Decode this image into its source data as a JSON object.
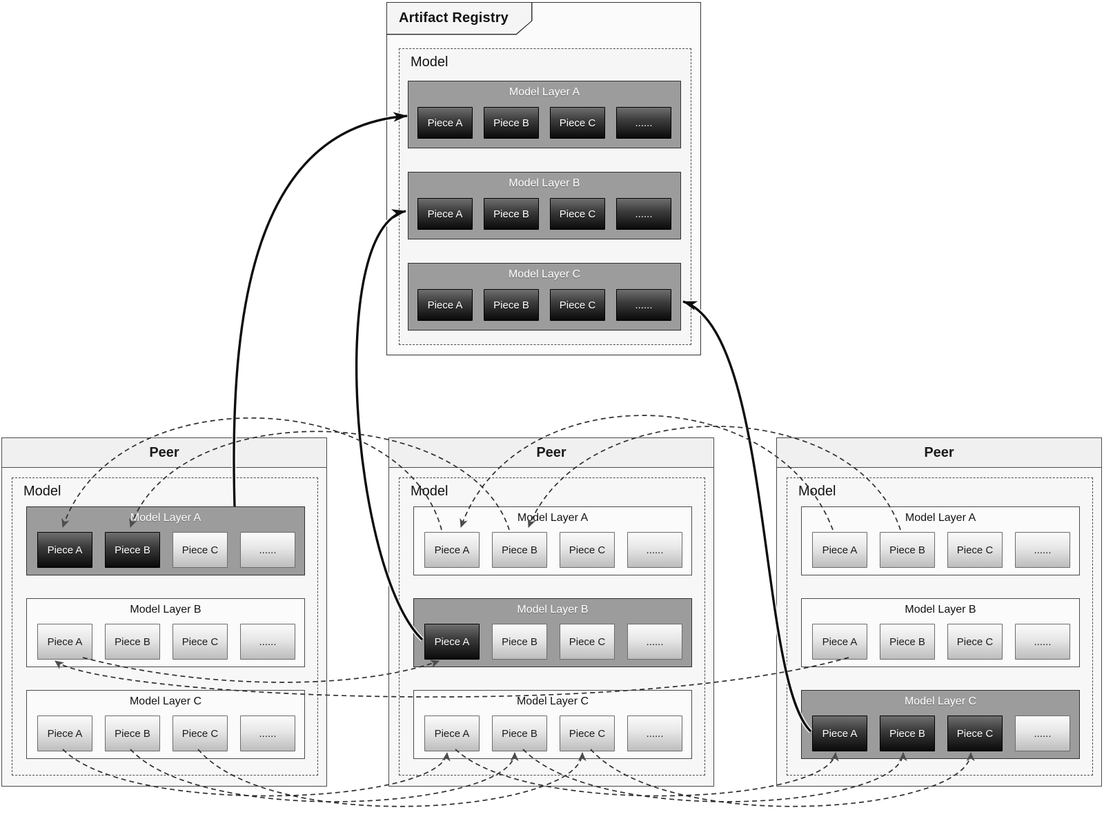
{
  "registry": {
    "title": "Artifact Registry",
    "model_label": "Model",
    "layers": [
      {
        "name": "Model Layer A",
        "highlight": true,
        "pieces": [
          {
            "label": "Piece A",
            "filled": true
          },
          {
            "label": "Piece B",
            "filled": true
          },
          {
            "label": "Piece C",
            "filled": true
          },
          {
            "label": "......",
            "filled": true
          }
        ]
      },
      {
        "name": "Model Layer B",
        "highlight": true,
        "pieces": [
          {
            "label": "Piece A",
            "filled": true
          },
          {
            "label": "Piece B",
            "filled": true
          },
          {
            "label": "Piece C",
            "filled": true
          },
          {
            "label": "......",
            "filled": true
          }
        ]
      },
      {
        "name": "Model Layer C",
        "highlight": true,
        "pieces": [
          {
            "label": "Piece A",
            "filled": true
          },
          {
            "label": "Piece B",
            "filled": true
          },
          {
            "label": "Piece C",
            "filled": true
          },
          {
            "label": "......",
            "filled": true
          }
        ]
      }
    ]
  },
  "peers": [
    {
      "title": "Peer",
      "model_label": "Model",
      "layers": [
        {
          "name": "Model Layer A",
          "highlight": true,
          "pieces": [
            {
              "label": "Piece A",
              "filled": true
            },
            {
              "label": "Piece B",
              "filled": true
            },
            {
              "label": "Piece C",
              "filled": false
            },
            {
              "label": "......",
              "filled": false
            }
          ]
        },
        {
          "name": "Model Layer B",
          "highlight": false,
          "pieces": [
            {
              "label": "Piece A",
              "filled": false
            },
            {
              "label": "Piece B",
              "filled": false
            },
            {
              "label": "Piece C",
              "filled": false
            },
            {
              "label": "......",
              "filled": false
            }
          ]
        },
        {
          "name": "Model Layer C",
          "highlight": false,
          "pieces": [
            {
              "label": "Piece A",
              "filled": false
            },
            {
              "label": "Piece B",
              "filled": false
            },
            {
              "label": "Piece C",
              "filled": false
            },
            {
              "label": "......",
              "filled": false
            }
          ]
        }
      ]
    },
    {
      "title": "Peer",
      "model_label": "Model",
      "layers": [
        {
          "name": "Model Layer A",
          "highlight": false,
          "pieces": [
            {
              "label": "Piece A",
              "filled": false
            },
            {
              "label": "Piece B",
              "filled": false
            },
            {
              "label": "Piece C",
              "filled": false
            },
            {
              "label": "......",
              "filled": false
            }
          ]
        },
        {
          "name": "Model Layer B",
          "highlight": true,
          "pieces": [
            {
              "label": "Piece A",
              "filled": true
            },
            {
              "label": "Piece B",
              "filled": false
            },
            {
              "label": "Piece C",
              "filled": false
            },
            {
              "label": "......",
              "filled": false
            }
          ]
        },
        {
          "name": "Model Layer C",
          "highlight": false,
          "pieces": [
            {
              "label": "Piece A",
              "filled": false
            },
            {
              "label": "Piece B",
              "filled": false
            },
            {
              "label": "Piece C",
              "filled": false
            },
            {
              "label": "......",
              "filled": false
            }
          ]
        }
      ]
    },
    {
      "title": "Peer",
      "model_label": "Model",
      "layers": [
        {
          "name": "Model Layer A",
          "highlight": false,
          "pieces": [
            {
              "label": "Piece A",
              "filled": false
            },
            {
              "label": "Piece B",
              "filled": false
            },
            {
              "label": "Piece C",
              "filled": false
            },
            {
              "label": "......",
              "filled": false
            }
          ]
        },
        {
          "name": "Model Layer B",
          "highlight": false,
          "pieces": [
            {
              "label": "Piece A",
              "filled": false
            },
            {
              "label": "Piece B",
              "filled": false
            },
            {
              "label": "Piece C",
              "filled": false
            },
            {
              "label": "......",
              "filled": false
            }
          ]
        },
        {
          "name": "Model Layer C",
          "highlight": true,
          "pieces": [
            {
              "label": "Piece A",
              "filled": true
            },
            {
              "label": "Piece B",
              "filled": true
            },
            {
              "label": "Piece C",
              "filled": true
            },
            {
              "label": "......",
              "filled": false
            }
          ]
        }
      ]
    }
  ],
  "colors": {
    "highlight_layer": "#9c9c9c",
    "normal_layer": "#fbfbfb",
    "piece_dark_top": "#6f6f6f",
    "piece_dark_bottom": "#0a0a0a",
    "piece_light_top": "#fbfbfb",
    "piece_light_bottom": "#bdbdbd",
    "panel_bg": "#f7f7f7",
    "outline": "#3a3a3a"
  },
  "connections": {
    "solid": [
      {
        "from": "peer-left.model-layer-a",
        "to": "registry.model-layer-a.piece-a"
      },
      {
        "from": "peer-middle.model-layer-b.piece-a",
        "to": "registry.model-layer-b.piece-a"
      },
      {
        "from": "peer-right.model-layer-c.piece-a",
        "to": "registry.model-layer-c"
      }
    ],
    "dashed": [
      {
        "from": "peer-middle.layer-a.piece-a",
        "to": "peer-left.layer-a.piece-a"
      },
      {
        "from": "peer-middle.layer-a.piece-b",
        "to": "peer-left.layer-a.piece-b"
      },
      {
        "from": "peer-right.layer-a.piece-a",
        "to": "peer-middle.layer-a.piece-a"
      },
      {
        "from": "peer-right.layer-a.piece-b",
        "to": "peer-middle.layer-a.piece-b"
      },
      {
        "from": "peer-left.layer-b.piece-a",
        "to": "peer-middle.layer-b.piece-a"
      },
      {
        "from": "peer-right.layer-b.piece-a",
        "to": "peer-left.layer-b.piece-a"
      },
      {
        "from": "peer-left.layer-c.piece-a",
        "to": "peer-middle.layer-c.piece-a"
      },
      {
        "from": "peer-left.layer-c.piece-b",
        "to": "peer-middle.layer-c.piece-b"
      },
      {
        "from": "peer-left.layer-c.piece-c",
        "to": "peer-middle.layer-c.piece-c"
      },
      {
        "from": "peer-middle.layer-c.piece-a",
        "to": "peer-right.layer-c.piece-a"
      },
      {
        "from": "peer-middle.layer-c.piece-b",
        "to": "peer-right.layer-c.piece-b"
      },
      {
        "from": "peer-middle.layer-c.piece-c",
        "to": "peer-right.layer-c.piece-c"
      }
    ]
  }
}
